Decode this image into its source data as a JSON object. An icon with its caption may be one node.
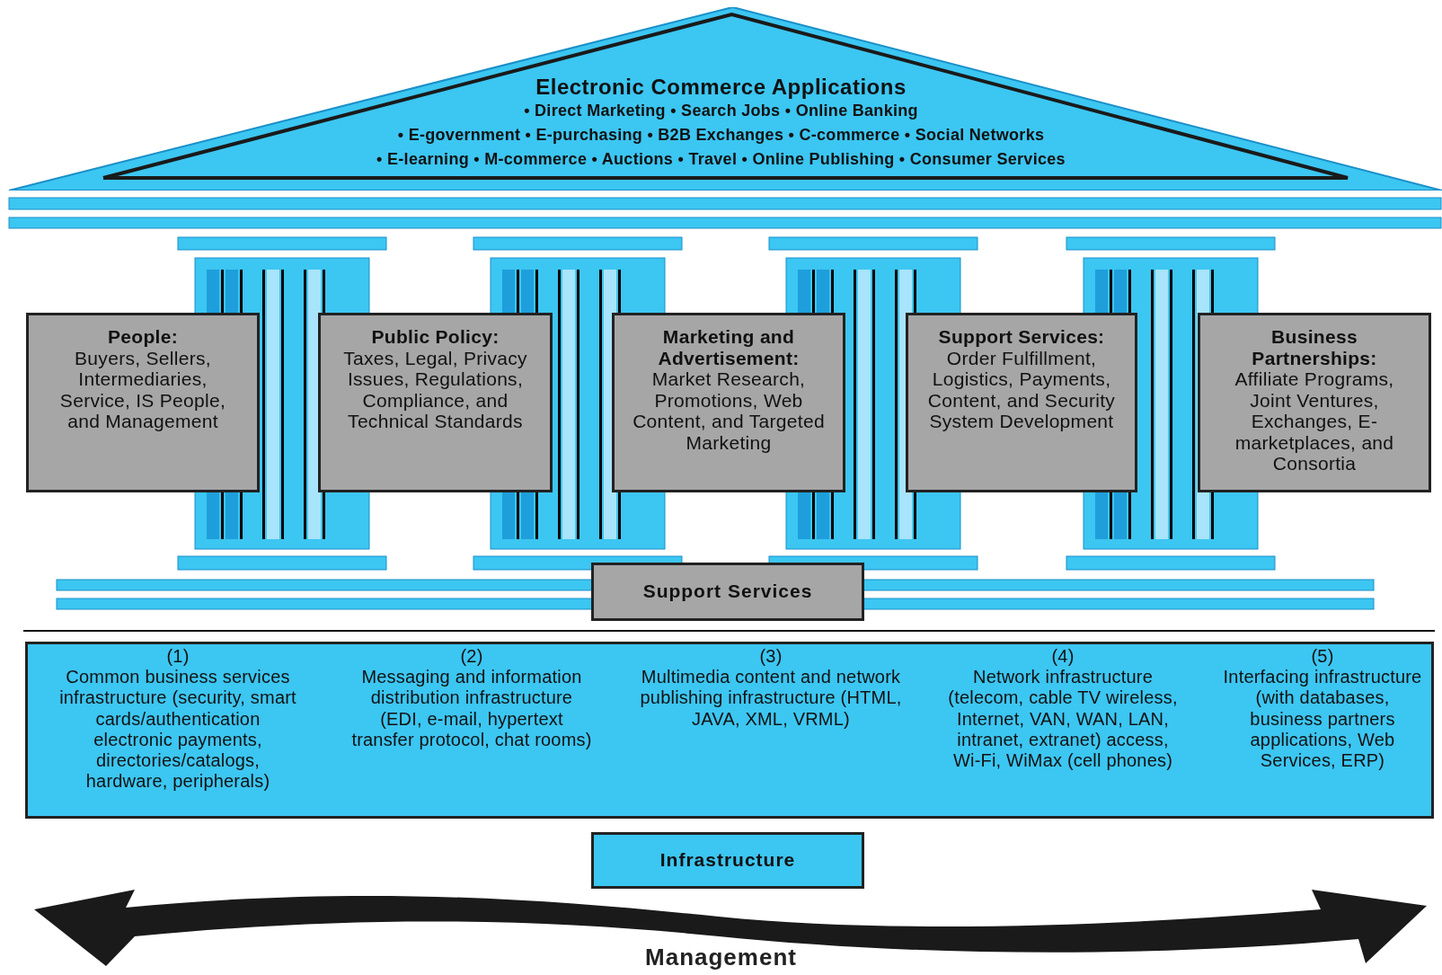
{
  "diagram": {
    "nodes": [
      {
        "text": [
          "Electronic Commerce Applications",
          "• Direct Marketing • Search Jobs • Online Banking",
          "• E-government • E-purchasing • B2B Exchanges • C-commerce • Social Networks",
          "• E-learning • M-commerce • Auctions • Travel • Online Publishing • Consumer Services"
        ]
      },
      {
        "text": [
          "People:",
          "Buyers, Sellers, Intermediaries, Service, IS People, and Management"
        ]
      },
      {
        "text": [
          "Public Policy:",
          "Taxes, Legal, Privacy Issues, Regulations, Compliance, and Technical Standards"
        ]
      },
      {
        "text": [
          "Marketing and Advertisement:",
          "Market Research, Promotions, Web Content, and Targeted Marketing"
        ]
      },
      {
        "text": [
          "Support Services:",
          "Order Fulfillment, Logistics, Payments, Content, and Security System Development"
        ]
      },
      {
        "text": [
          "Business Partnerships:",
          "Affiliate Programs, Joint Ventures, Exchanges, E-marketplaces, and Consortia"
        ]
      },
      {
        "text": [
          "Support Services"
        ]
      },
      {
        "text": [],
        "shape": "box"
      },
      {
        "text": [
          "(1)",
          "Common business services infrastructure (security, smart cards/authentication electronic payments, directories/catalogs, hardware, peripherals)"
        ],
        "in": 7
      },
      {
        "text": [
          "(2)",
          "Messaging and information distribution infrastructure (EDI, e-mail, hypertext transfer protocol, chat rooms)"
        ],
        "in": 7
      },
      {
        "text": [
          "(3)",
          "Multimedia content and network publishing infrastructure (HTML, JAVA, XML, VRML)"
        ],
        "in": 7
      },
      {
        "text": [
          "(4)",
          "Network infrastructure (telecom, cable TV wireless, Internet, VAN, WAN, LAN, intranet, extranet) access, Wi-Fi, WiMax (cell phones)"
        ],
        "in": 7
      },
      {
        "text": [
          "(5)",
          "Interfacing infrastructure (with databases, business partners applications, Web Services, ERP)"
        ],
        "in": 7
      },
      {
        "text": [
          "Infrastructure"
        ]
      }
    ],
    "labels": [
      "Management"
    ]
  }
}
